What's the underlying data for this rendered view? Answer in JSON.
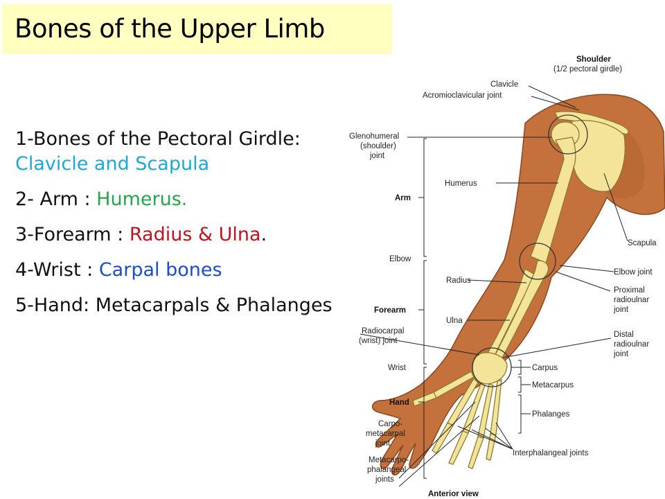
{
  "title": "Bones of the Upper Limb",
  "bullets": [
    {
      "label": "1-Bones of the Pectoral Girdle: ",
      "highlight": "Clavicle and Scapula",
      "after": "",
      "color": "#1ea8d8"
    },
    {
      "label": "2- Arm : ",
      "highlight": "Humerus.",
      "after": "",
      "color": "#22a84a"
    },
    {
      "label": "3-Forearm : ",
      "highlight": "Radius & Ulna",
      "after": ".",
      "color": "#c0141c"
    },
    {
      "label": "4-Wrist : ",
      "highlight": "Carpal bones",
      "after": "",
      "color": "#1a4ec8"
    },
    {
      "label": "5-Hand: Metacarpals & Phalanges",
      "highlight": "",
      "after": "",
      "color": "#111111"
    }
  ],
  "diagram": {
    "shoulder_heading": "Shoulder",
    "shoulder_sub": "(1/2 pectoral girdle)",
    "labels": {
      "clavicle": "Clavicle",
      "acromioclavicular": "Acromioclavicular joint",
      "glenohumeral_1": "Glenohumeral",
      "glenohumeral_2": "(shoulder)",
      "glenohumeral_3": "joint",
      "humerus": "Humerus",
      "arm": "Arm",
      "scapula": "Scapula",
      "elbow": "Elbow",
      "elbow_joint": "Elbow joint",
      "radius": "Radius",
      "proximal_1": "Proximal",
      "proximal_2": "radioulnar",
      "proximal_3": "joint",
      "forearm": "Forearm",
      "ulna": "Ulna",
      "radiocarpal_1": "Radiocarpal",
      "radiocarpal_2": "(wrist) joint",
      "distal_1": "Distal",
      "distal_2": "radioulnar",
      "distal_3": "joint",
      "wrist": "Wrist",
      "carpus": "Carpus",
      "metacarpus": "Metacarpus",
      "hand": "Hand",
      "phalanges": "Phalanges",
      "carpometacarpal_1": "Carpo-",
      "carpometacarpal_2": "metacarpal",
      "carpometacarpal_3": "joint",
      "interphalangeal": "Interphalangeal joints",
      "metacarpophalangeal_1": "Metacarpo-",
      "metacarpophalangeal_2": "phalangeal",
      "metacarpophalangeal_3": "joints",
      "anterior_view": "Anterior view"
    }
  }
}
